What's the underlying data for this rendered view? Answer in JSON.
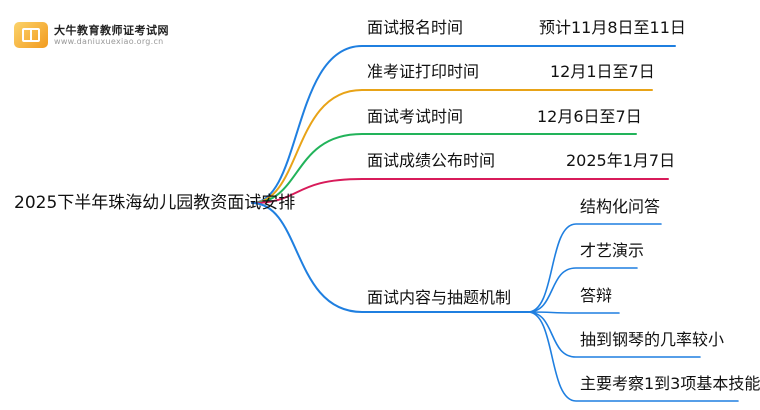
{
  "logo": {
    "name_cn": "大牛教育教师证考试网",
    "domain": "www.daniuxuexiao.org.cn"
  },
  "root": {
    "label": "2025下半年珠海幼儿园教资面试安排"
  },
  "branches": [
    {
      "label": "面试报名时间",
      "value": "预计11月8日至11日",
      "color": "#1f7fe0"
    },
    {
      "label": "准考证打印时间",
      "value": "12月1日至7日",
      "color": "#e8a317"
    },
    {
      "label": "面试考试时间",
      "value": "12月6日至7日",
      "color": "#22b35a"
    },
    {
      "label": "面试成绩公布时间",
      "value": "2025年1月7日",
      "color": "#d81b5a"
    },
    {
      "label": "面试内容与抽题机制",
      "color": "#1f7fe0",
      "children": [
        "结构化问答",
        "才艺演示",
        "答辩",
        "抽到钢琴的几率较小",
        "主要考察1到3项基本技能"
      ]
    }
  ]
}
